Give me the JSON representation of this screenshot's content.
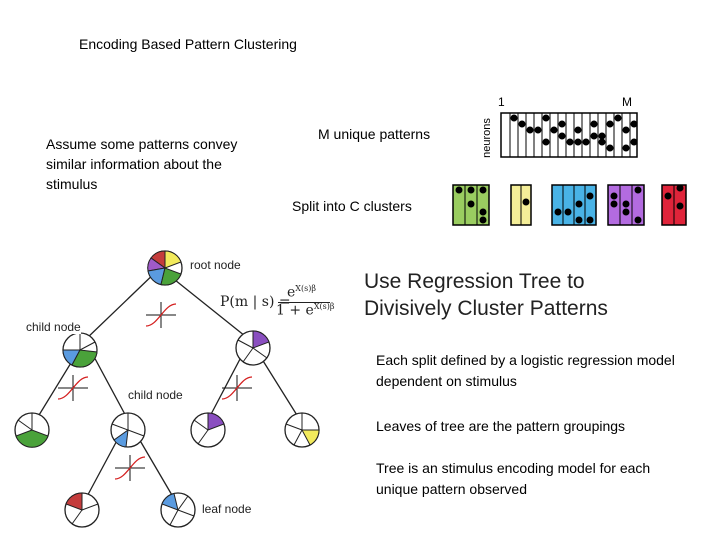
{
  "title": "Encoding Based Pattern Clustering",
  "assume_text": "Assume some patterns convey similar information about the stimulus",
  "m_unique_label": "M unique patterns",
  "split_label": "Split into C clusters",
  "neurons_label": "neurons",
  "axis_start": "1",
  "axis_end": "M",
  "heading_line1": "Use Regression Tree to",
  "heading_line2": "Divisively Cluster Patterns",
  "bullets": [
    "Each split defined by a logistic regression model dependent on stimulus",
    "Leaves of tree are the pattern groupings",
    "Tree is an stimulus encoding model for each unique pattern observed"
  ],
  "tree_labels": {
    "root": "root node",
    "child1": "child node",
    "child2": "child node",
    "leaf": "leaf node"
  },
  "formula": {
    "lhs": "P(m | s) =",
    "numerator": "e",
    "denominator": "1 + e",
    "exponent": "X(s)β"
  },
  "cluster_colors": [
    "#9acd60",
    "#f4ee98",
    "#49b3e6",
    "#b36be0",
    "#e0243a"
  ]
}
